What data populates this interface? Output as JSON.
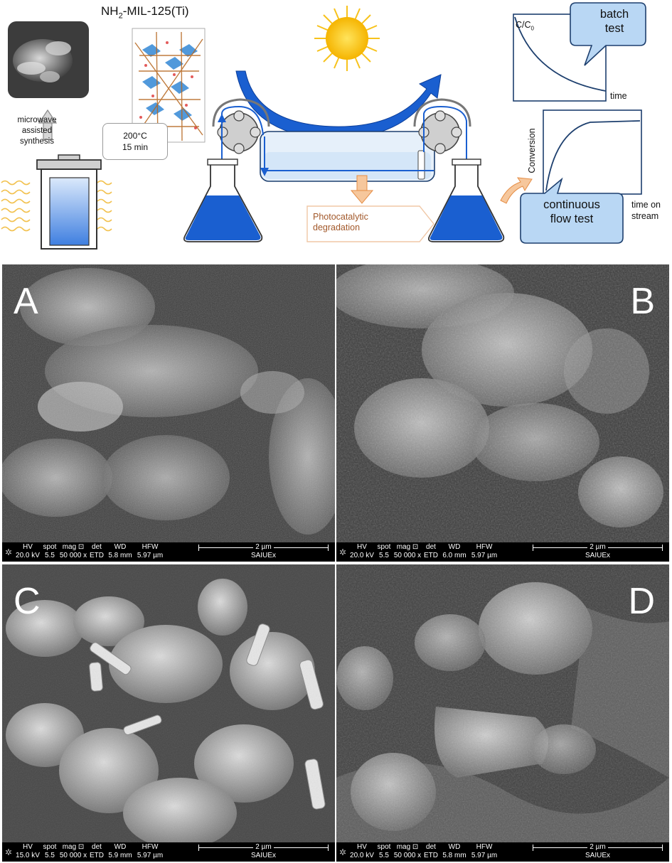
{
  "scheme": {
    "mof_label_main": "NH",
    "mof_label_sub": "2",
    "mof_label_rest": "-MIL-125(Ti)",
    "synthesis_label": [
      "microwave",
      "assisted",
      "synthesis"
    ],
    "conditions": [
      "200°C",
      "15 min"
    ],
    "process_label": [
      "Photocatalytic",
      "degradation"
    ],
    "batch_plot": {
      "ylabel_main": "C/C",
      "ylabel_sub": "0",
      "xlabel": "time",
      "callout": [
        "batch",
        "test"
      ]
    },
    "flow_plot": {
      "ylabel": "Conversion",
      "xlabel": [
        "time on",
        "stream"
      ],
      "callout": [
        "continuous",
        "flow test"
      ]
    },
    "colors": {
      "flow_blue": "#1a5fd0",
      "light_blue": "#d4e6f8",
      "callout_fill": "#b9d7f4",
      "sun": "#f7c21b",
      "arrow_orange": "#f0a76a",
      "text_brown": "#a2582a"
    }
  },
  "panels": [
    {
      "letter": "A",
      "databar": {
        "headers": [
          "HV",
          "spot",
          "mag ⊡",
          "det",
          "WD",
          "HFW"
        ],
        "values": [
          "20.0 kV",
          "5.5",
          "50 000 x",
          "ETD",
          "5.8 mm",
          "5.97 µm"
        ],
        "scale": "2 µm",
        "instrument": "SAIUEx"
      }
    },
    {
      "letter": "B",
      "databar": {
        "headers": [
          "HV",
          "spot",
          "mag ⊡",
          "det",
          "WD",
          "HFW"
        ],
        "values": [
          "20.0 kV",
          "5.5",
          "50 000 x",
          "ETD",
          "6.0 mm",
          "5.97 µm"
        ],
        "scale": "2 µm",
        "instrument": "SAIUEx"
      }
    },
    {
      "letter": "C",
      "databar": {
        "headers": [
          "HV",
          "spot",
          "mag ⊡",
          "det",
          "WD",
          "HFW"
        ],
        "values": [
          "15.0 kV",
          "5.5",
          "50 000 x",
          "ETD",
          "5.9 mm",
          "5.97 µm"
        ],
        "scale": "2 µm",
        "instrument": "SAIUEx"
      }
    },
    {
      "letter": "D",
      "databar": {
        "headers": [
          "HV",
          "spot",
          "mag ⊡",
          "det",
          "WD",
          "HFW"
        ],
        "values": [
          "20.0 kV",
          "5.5",
          "50 000 x",
          "ETD",
          "5.8 mm",
          "5.97 µm"
        ],
        "scale": "2 µm",
        "instrument": "SAIUEx"
      }
    }
  ]
}
